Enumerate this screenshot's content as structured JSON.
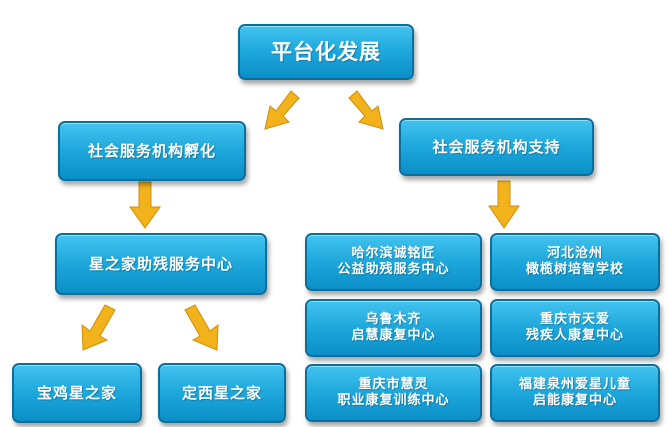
{
  "colors": {
    "node_fill": "#1ea8dc",
    "node_border": "#0b6f9c",
    "node_text": "#ffffff",
    "arrow": "#f2b21b"
  },
  "nodes": {
    "root": {
      "lines": [
        "平台化发展"
      ]
    },
    "incubation": {
      "lines": [
        "社会服务机构孵化"
      ]
    },
    "support": {
      "lines": [
        "社会服务机构支持"
      ]
    },
    "xingzhijia": {
      "lines": [
        "星之家助残服务中心"
      ]
    },
    "baoji": {
      "lines": [
        "宝鸡星之家"
      ]
    },
    "dingxi": {
      "lines": [
        "定西星之家"
      ]
    },
    "harbin": {
      "lines": [
        "哈尔滨诚铭匠",
        "公益助残服务中心"
      ]
    },
    "hebei": {
      "lines": [
        "河北沧州",
        "橄榄树培智学校"
      ]
    },
    "urumqi": {
      "lines": [
        "乌鲁木齐",
        "启慧康复中心"
      ]
    },
    "chongqing_tianai": {
      "lines": [
        "重庆市天爱",
        "残疾人康复中心"
      ]
    },
    "chongqing_huiling": {
      "lines": [
        "重庆市慧灵",
        "职业康复训练中心"
      ]
    },
    "fujian": {
      "lines": [
        "福建泉州爱星儿童",
        "启能康复中心"
      ]
    }
  }
}
